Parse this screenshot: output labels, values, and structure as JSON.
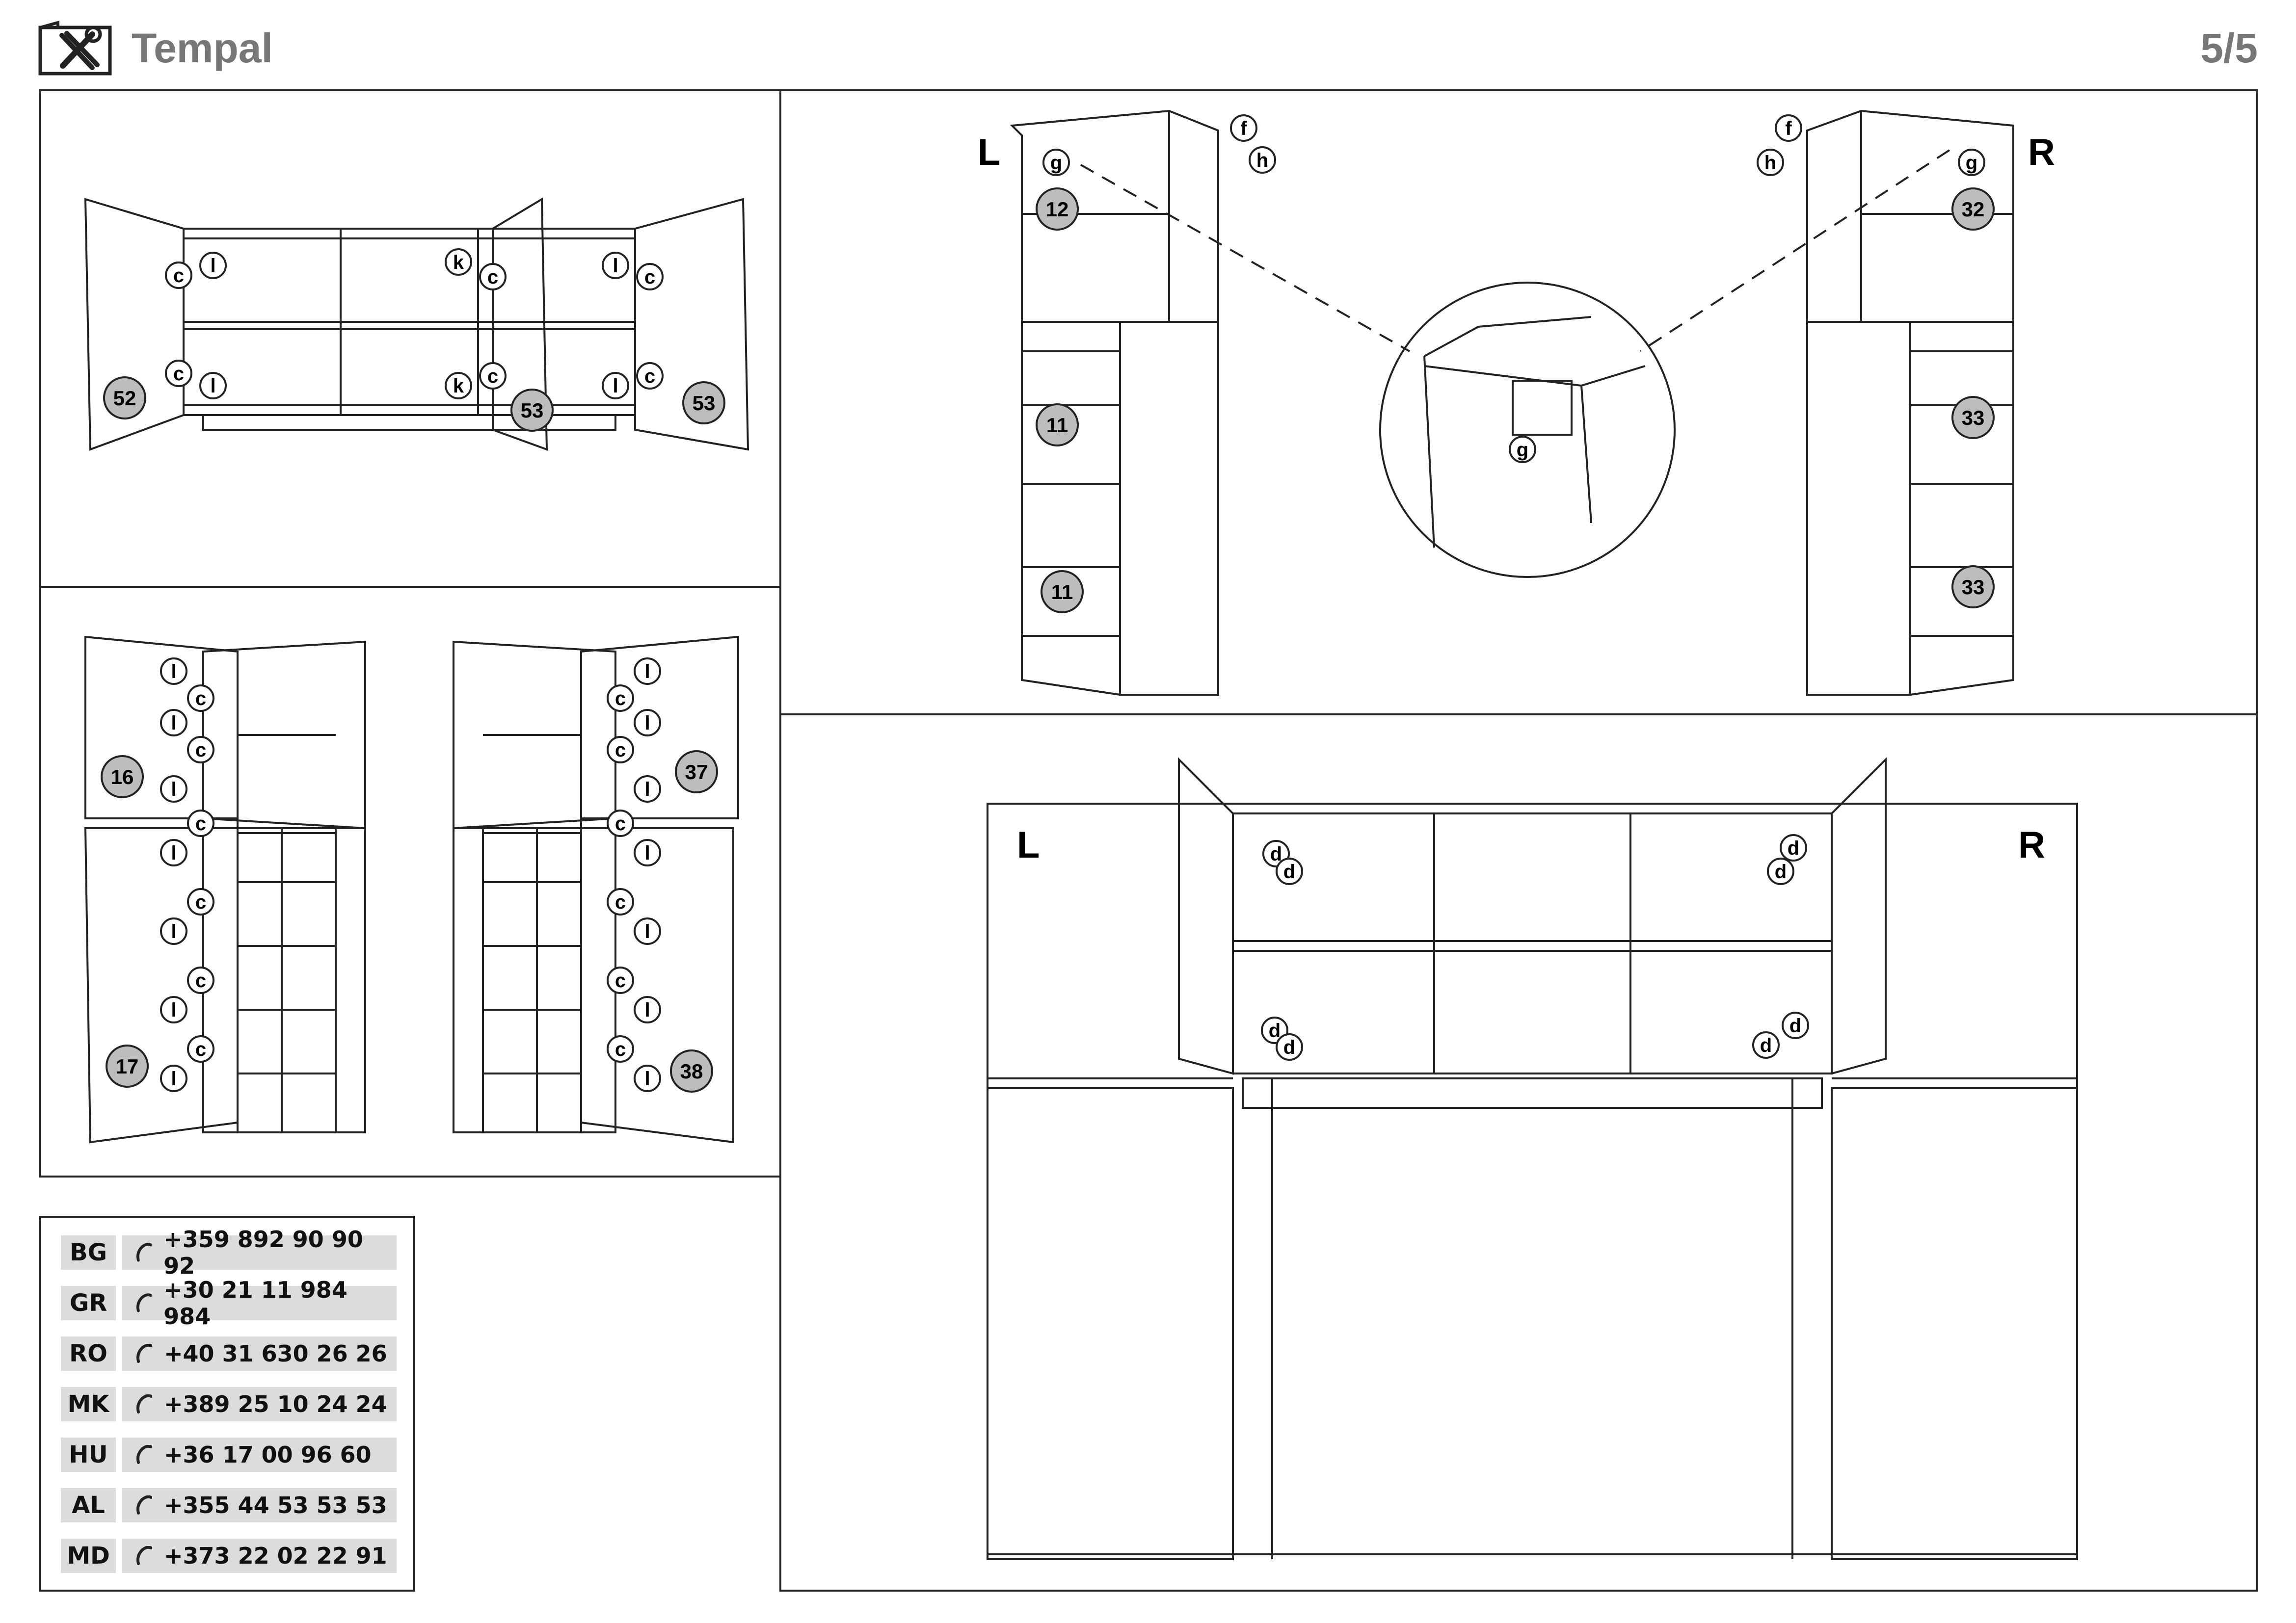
{
  "header": {
    "title": "Tempal",
    "page": "5/5",
    "logo_icon": "tools-icon"
  },
  "colors": {
    "line": "#222222",
    "badge_fill": "#bdbdbd",
    "title_gray": "#777777",
    "contact_bg": "#dcdcdc"
  },
  "panel_sideboard": {
    "badges": [
      "52",
      "53",
      "53"
    ],
    "hinge_labels": [
      "c",
      "l",
      "k",
      "c",
      "l",
      "c",
      "c",
      "l",
      "k",
      "c",
      "l",
      "c"
    ]
  },
  "panel_tall_cabinets": {
    "badges": [
      "16",
      "17",
      "37",
      "38"
    ],
    "hinge_labels_left": [
      "l",
      "c",
      "l",
      "c",
      "l",
      "c",
      "l",
      "c",
      "l",
      "c",
      "l",
      "c",
      "l"
    ],
    "hinge_labels_right": [
      "l",
      "c",
      "l",
      "c",
      "l",
      "c",
      "l",
      "c",
      "l",
      "c",
      "l",
      "c",
      "l"
    ]
  },
  "panel_corner_units": {
    "side_left": "L",
    "side_right": "R",
    "badges_left": [
      "12",
      "11",
      "11"
    ],
    "badges_right": [
      "32",
      "33",
      "33"
    ],
    "fitting_labels": [
      "f",
      "h",
      "g",
      "f",
      "h",
      "g",
      "g"
    ]
  },
  "panel_overview": {
    "side_left": "L",
    "side_right": "R",
    "hinge_labels": [
      "d",
      "d",
      "d",
      "d",
      "d",
      "d",
      "d",
      "d"
    ]
  },
  "contacts": [
    {
      "code": "BG",
      "phone": "+359 892 90 90 92"
    },
    {
      "code": "GR",
      "phone": "+30 21 11 984 984"
    },
    {
      "code": "RO",
      "phone": "+40 31 630 26 26"
    },
    {
      "code": "MK",
      "phone": "+389 25 10 24 24"
    },
    {
      "code": "HU",
      "phone": "+36 17 00 96 60"
    },
    {
      "code": "AL",
      "phone": "+355 44 53 53 53"
    },
    {
      "code": "MD",
      "phone": "+373 22 02 22 91"
    }
  ]
}
